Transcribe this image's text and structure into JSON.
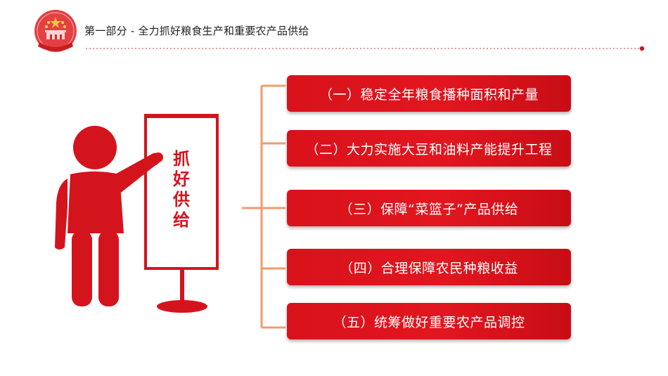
{
  "header": {
    "title": "第一部分 - 全力抓好粮食生产和重要农产品供给",
    "emblem_icon": "national-emblem-icon"
  },
  "banner": {
    "chars": [
      "抓",
      "好",
      "供",
      "给"
    ]
  },
  "items": [
    {
      "label": "（一）稳定全年粮食播种面积和产量"
    },
    {
      "label": "（二）大力实施大豆和油料产能提升工程"
    },
    {
      "label": "（三）保障“菜篮子”产品供给"
    },
    {
      "label": "（四）合理保障农民种粮收益"
    },
    {
      "label": "（五）统筹做好重要农产品调控"
    }
  ],
  "colors": {
    "accent_red": "#d4141d",
    "bracket_orange": "#f29b6b",
    "text_dark": "#222222"
  }
}
